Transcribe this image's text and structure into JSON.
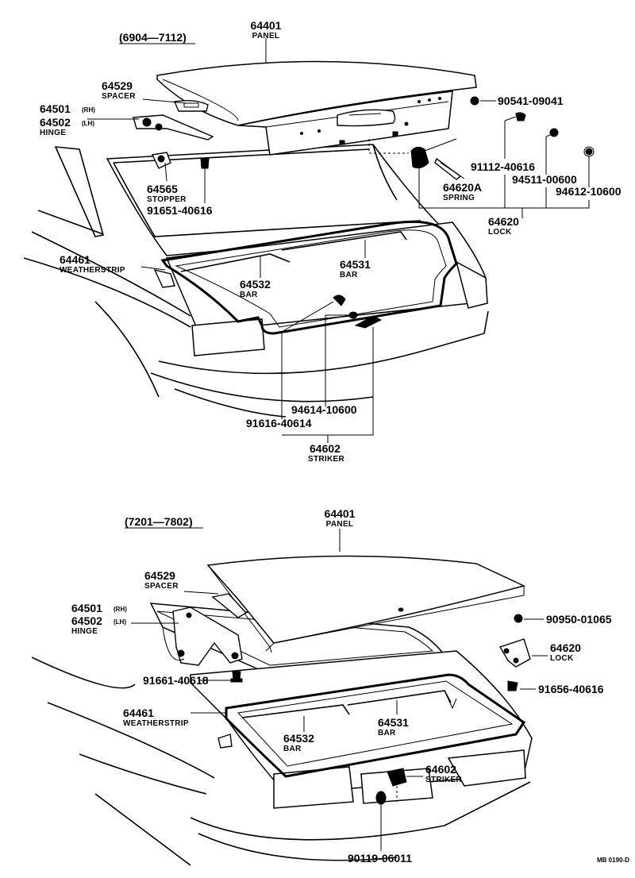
{
  "diagram_1": {
    "range": "(6904—7112)",
    "labels": {
      "panel_no": "64401",
      "panel_nm": "PANEL",
      "spacer_no": "64529",
      "spacer_nm": "SPACER",
      "hinge_rh_no": "64501",
      "hinge_rh_side": "(RH)",
      "hinge_lh_no": "64502",
      "hinge_lh_side": "(LH)",
      "hinge_nm": "HINGE",
      "bolt_no": "90541-09041",
      "stopper_no": "64565",
      "stopper_nm": "STOPPER",
      "stopper_bolt_no": "91651-40616",
      "lock_bolt_no": "91112-40616",
      "spring_no": "64620A",
      "spring_nm": "SPRING",
      "nut1_no": "94511-00600",
      "nut2_no": "94612-10600",
      "lock_no": "64620",
      "lock_nm": "LOCK",
      "weather_no": "64461",
      "weather_nm": "WEATHERSTRIP",
      "bar_l_no": "64532",
      "bar_l_nm": "BAR",
      "bar_r_no": "64531",
      "bar_r_nm": "BAR",
      "washer_no": "94614-10600",
      "striker_bolt_no": "91616-40614",
      "striker_no": "64602",
      "striker_nm": "STRIKER"
    }
  },
  "diagram_2": {
    "range": "(7201—7802)",
    "labels": {
      "panel_no": "64401",
      "panel_nm": "PANEL",
      "spacer_no": "64529",
      "spacer_nm": "SPACER",
      "hinge_rh_no": "64501",
      "hinge_rh_side": "(RH)",
      "hinge_lh_no": "64502",
      "hinge_lh_side": "(LH)",
      "hinge_nm": "HINGE",
      "plug_no": "90950-01065",
      "lock_no": "64620",
      "lock_nm": "LOCK",
      "hinge_bolt_no": "91661-40618",
      "lock_bolt_no": "91656-40616",
      "weather_no": "64461",
      "weather_nm": "WEATHERSTRIP",
      "bar_l_no": "64532",
      "bar_l_nm": "BAR",
      "bar_r_no": "64531",
      "bar_r_nm": "BAR",
      "striker_no": "64602",
      "striker_nm": "STRIKER",
      "striker_bolt_no": "90119-06011"
    }
  },
  "figure_code": "MB 0190-D"
}
